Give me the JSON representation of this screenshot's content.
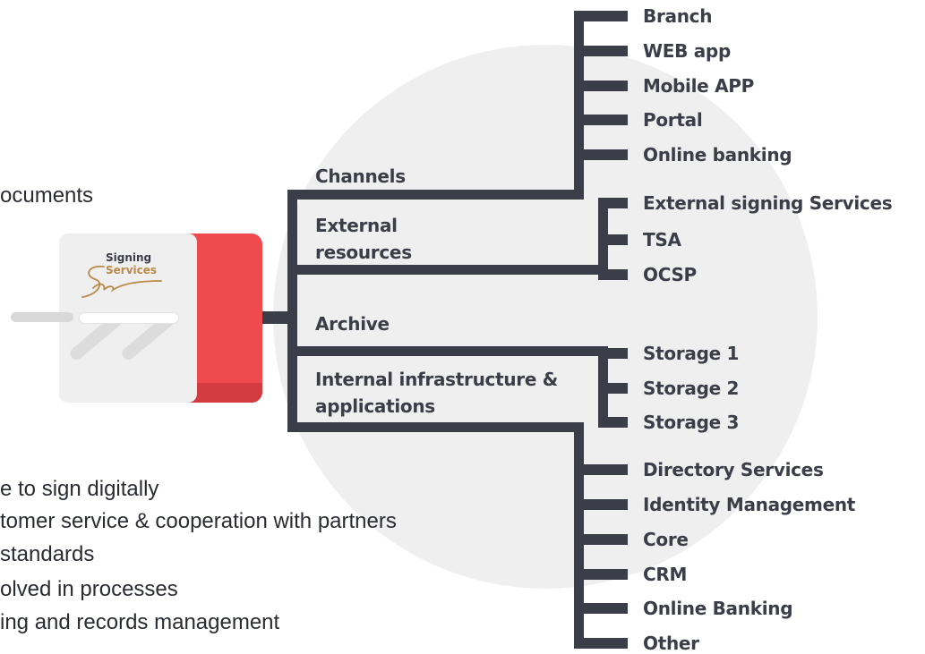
{
  "device": {
    "logo_line1": "Signing",
    "logo_line2": "Services"
  },
  "left_text": {
    "item1": "ocuments",
    "item2": "e to sign digitally",
    "item3": "tomer service & cooperation with partners",
    "item4": "standards",
    "item5": "olved in processes",
    "item6": "ing and records management"
  },
  "groups": {
    "channels": "Channels",
    "external_resources_line1": "External",
    "external_resources_line2": "resources",
    "archive": "Archive",
    "internal_line1": "Internal infrastructure &",
    "internal_line2": "applications"
  },
  "channels": [
    "Branch",
    "WEB app",
    "Mobile APP",
    "Portal",
    "Online banking"
  ],
  "external": [
    "External signing Services",
    "TSA",
    "OCSP"
  ],
  "archive": [
    "Storage 1",
    "Storage 2",
    "Storage 3"
  ],
  "internal": [
    "Directory Services",
    "Identity Management",
    "Core",
    "CRM",
    "Online Banking",
    "Other"
  ],
  "colors": {
    "tree": "#3b3e48",
    "device_red": "#ef4b4f",
    "logo_gold": "#b98a4a",
    "background_circle": "#efefef"
  }
}
